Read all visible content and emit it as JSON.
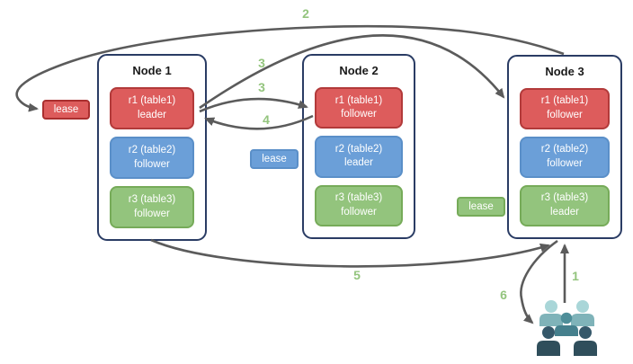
{
  "nodes": [
    {
      "title": "Node 1",
      "replicas": [
        {
          "name": "r1 (table1)",
          "role": "leader",
          "color": "red"
        },
        {
          "name": "r2 (table2)",
          "role": "follower",
          "color": "blue"
        },
        {
          "name": "r3 (table3)",
          "role": "follower",
          "color": "green"
        }
      ]
    },
    {
      "title": "Node 2",
      "replicas": [
        {
          "name": "r1 (table1)",
          "role": "follower",
          "color": "red"
        },
        {
          "name": "r2 (table2)",
          "role": "leader",
          "color": "blue"
        },
        {
          "name": "r3 (table3)",
          "role": "follower",
          "color": "green"
        }
      ]
    },
    {
      "title": "Node 3",
      "replicas": [
        {
          "name": "r1 (table1)",
          "role": "follower",
          "color": "red"
        },
        {
          "name": "r2 (table2)",
          "role": "follower",
          "color": "blue"
        },
        {
          "name": "r3 (table3)",
          "role": "leader",
          "color": "green"
        }
      ]
    }
  ],
  "leases": [
    {
      "label": "lease",
      "color": "#dd5c5c"
    },
    {
      "label": "lease",
      "color": "#6b9fd8"
    },
    {
      "label": "lease",
      "color": "#93c47d"
    }
  ],
  "steps": {
    "step1": "1",
    "step2": "2",
    "step3_a": "3",
    "step3_b": "3",
    "step4": "4",
    "step5": "5",
    "step6": "6"
  },
  "icons": {
    "people_group": "people-group-icon"
  },
  "colors": {
    "replica_red": "#dd5c5c",
    "replica_red_border": "#b23a3a",
    "replica_blue": "#6b9fd8",
    "replica_blue_border": "#5a8fc8",
    "replica_green": "#93c47d",
    "replica_green_border": "#76ab59",
    "node_border": "#2a3c64",
    "arrow": "#5b5b5b",
    "step_label": "#93c47d",
    "people_light": "#a9d6d8",
    "people_mid": "#4e8e99",
    "people_dark": "#2f4e5b"
  }
}
